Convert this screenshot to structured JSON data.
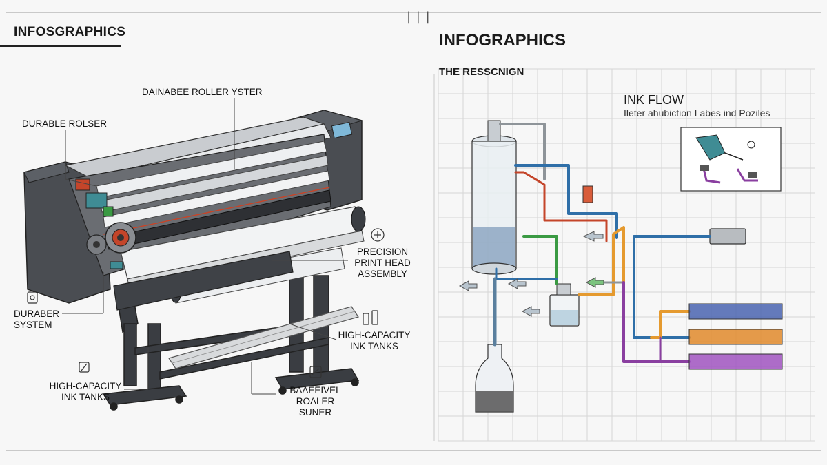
{
  "left_panel": {
    "title": "INFOSGRAPHICS",
    "labels": {
      "top_roller": "DAINABEE ROLLER YSTER",
      "durable_roller": "DURABLE ROLSER",
      "precision_line1": "PRECISION",
      "precision_line2": "PRINT HEAD",
      "precision_line3": "ASSEMBLY",
      "durable_system_line1": "DURABER",
      "durable_system_line2": "SYSTEM",
      "ink_tanks_right_line1": "HIGH-CAPACITY",
      "ink_tanks_right_line2": "INK TANKS",
      "ink_tanks_left_line1": "HIGH-CAPACITY",
      "ink_tanks_left_line2": "INK TANKS",
      "roller_bottom_line1": "BAAEEIVEL",
      "roller_bottom_line2": "ROALER SUNER"
    }
  },
  "header_marks": "| | |",
  "right_panel": {
    "title": "INFOGRAPHICS",
    "subtitle": "THE RESSCNIGN",
    "ink_flow_title": "INK FLOW",
    "ink_flow_subtitle": "Ileter ahubiction Labes ind Poziles"
  },
  "colors": {
    "printer_body": "#4a4d52",
    "printer_dark": "#2e3034",
    "roller": "#e4e6e8",
    "grid": "#d6d6d6",
    "pipe_blue": "#2f6fa8",
    "pipe_orange": "#e59a2f",
    "pipe_purple": "#8a3fa0",
    "pipe_green": "#3a9a43",
    "pipe_red": "#c4452a",
    "tank_blue": "#4a64b0",
    "tank_orange": "#e08a2c",
    "tank_purple": "#a054c0"
  }
}
